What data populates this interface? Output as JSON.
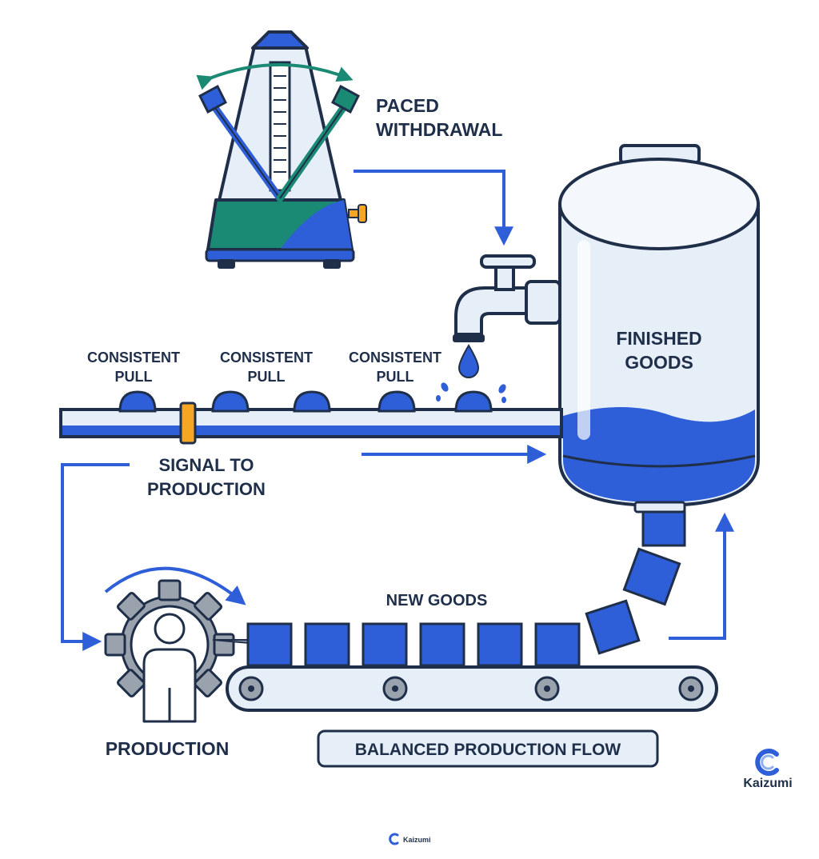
{
  "labels": {
    "paced_line1": "PACED",
    "paced_line2": "WITHDRAWAL",
    "finished_line1": "FINISHED",
    "finished_line2": "GOODS",
    "pull_line1": "CONSISTENT",
    "pull_line2": "PULL",
    "signal_line1": "SIGNAL TO",
    "signal_line2": "PRODUCTION",
    "new_goods": "NEW GOODS",
    "production": "PRODUCTION",
    "balanced": "BALANCED PRODUCTION FLOW"
  },
  "brand": {
    "name": "Kaizumi",
    "footer": "Kaizumi"
  },
  "colors": {
    "blue": "#2f5fd8",
    "navy": "#1f2f4a",
    "teal": "#1b8a74",
    "light": "#e6eef8",
    "orange": "#f5a623"
  },
  "icons": [
    "metronome-icon",
    "water-tank-icon",
    "faucet-icon",
    "water-drop-icon",
    "gear-icon",
    "worker-icon",
    "conveyor-belt-icon",
    "kaizumi-logo-icon"
  ]
}
